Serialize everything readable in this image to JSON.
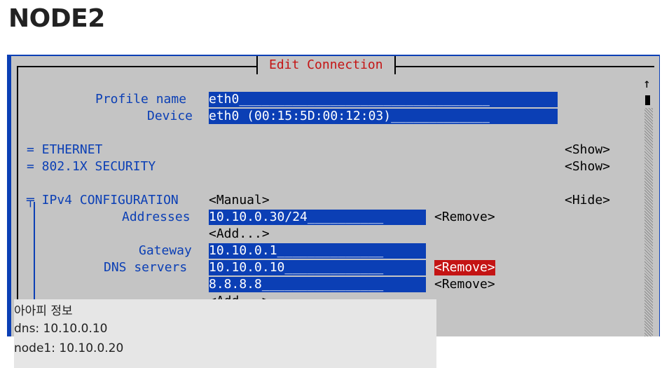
{
  "page": {
    "title": "NODE2"
  },
  "dialog": {
    "title": "Edit Connection",
    "scroll_up": "↑",
    "profile_name_label": "Profile name",
    "profile_name_value": "eth0_________________________________",
    "device_label": "Device",
    "device_value": "eth0 (00:15:5D:00:12:03)_____________",
    "ethernet_label": "= ETHERNET",
    "ethernet_toggle": "<Show>",
    "security_label": "= 802.1X SECURITY",
    "security_toggle": "<Show>",
    "ipv4_label": "╤ IPv4 CONFIGURATION",
    "ipv4_mode": "<Manual>",
    "ipv4_toggle": "<Hide>",
    "addresses_label": "Addresses",
    "address_value": "10.10.0.30/24__________",
    "address_remove": "<Remove>",
    "address_add": "<Add...>",
    "gateway_label": "Gateway",
    "gateway_value": "10.10.0.1______________",
    "dns_label": "DNS servers",
    "dns": [
      {
        "value": "10.10.0.10_____________",
        "remove": "<Remove>",
        "active": true
      },
      {
        "value": "8.8.8.8________________",
        "remove": "<Remove>",
        "active": false
      }
    ],
    "dns_add_partial": "<Add...>"
  },
  "note": {
    "heading": "아아피 정보",
    "lines": [
      "dns: 10.10.0.10",
      "node1: 10.10.0.20"
    ]
  }
}
